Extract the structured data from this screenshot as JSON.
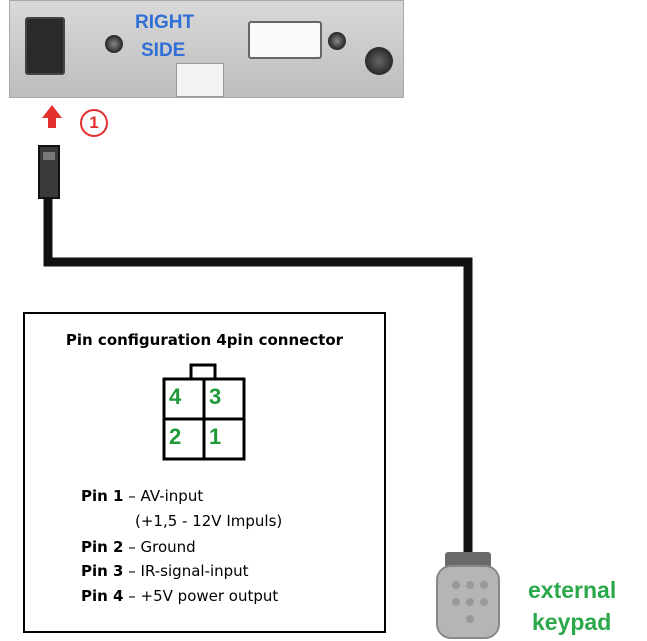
{
  "panel": {
    "label_line1": "RIGHT",
    "label_line2": "SIDE",
    "callout_number": "1"
  },
  "pin_box": {
    "title": "Pin configuration 4pin connector",
    "connector_pins": [
      "4",
      "3",
      "2",
      "1"
    ],
    "pins": [
      {
        "label": "Pin 1",
        "desc": "– AV-input"
      },
      {
        "label": "",
        "desc": "(+1,5 - 12V Impuls)"
      },
      {
        "label": "Pin 2",
        "desc": "– Ground"
      },
      {
        "label": "Pin 3",
        "desc": "– IR-signal-input"
      },
      {
        "label": "Pin 4",
        "desc": "– +5V power output"
      }
    ]
  },
  "keypad": {
    "label_line1": "external",
    "label_line2": "keypad"
  },
  "colors": {
    "blue_label": "#2f6fd6",
    "red_callout": "#e53030",
    "green_label": "#2aa84a",
    "pin_number_green": "#1f9a3a"
  }
}
